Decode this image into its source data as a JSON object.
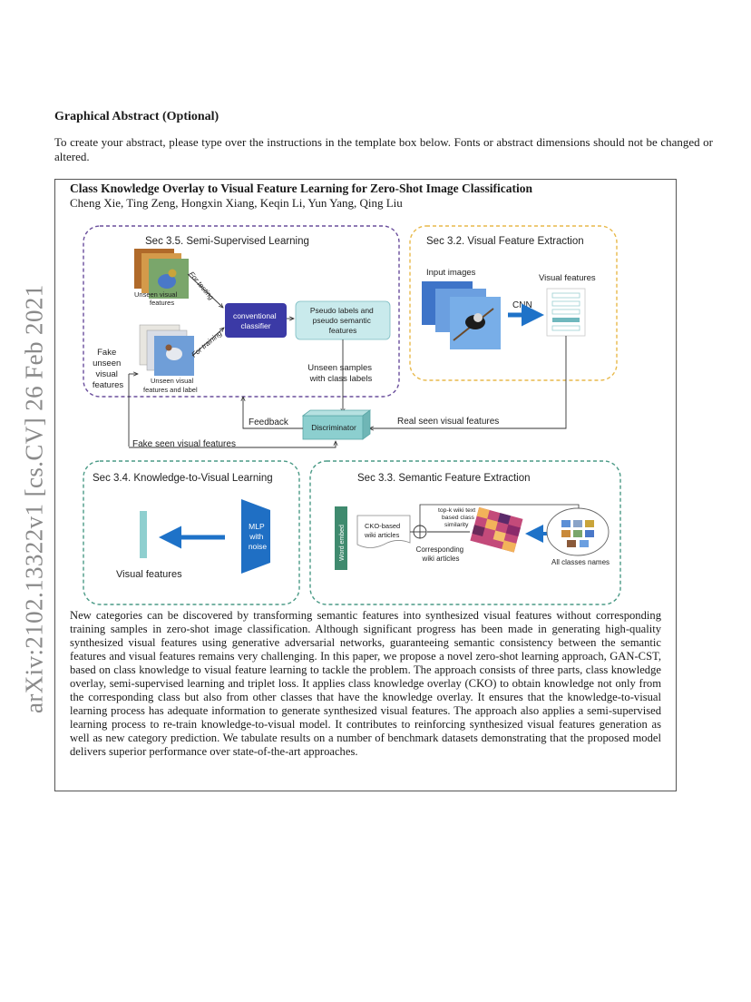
{
  "side": {
    "arxiv_id": "arXiv:2102.13322v1  [cs.CV]  26 Feb 2021"
  },
  "header": {
    "heading": "Graphical Abstract (Optional)",
    "instructions": "To create your abstract, please type over the instructions in the template box below.  Fonts or abstract dimensions should not be changed or altered."
  },
  "paper": {
    "title": "Class Knowledge Overlay to Visual Feature Learning for Zero-Shot Image Classification",
    "authors": "Cheng Xie, Ting Zeng, Hongxin Xiang, Keqin Li, Yun Yang, Qing Liu"
  },
  "diagram": {
    "sec35": {
      "title": "Sec 3.5. Semi-Supervised Learning",
      "unseen_visual_features": [
        "Unseen visual",
        "features"
      ],
      "for_testing": "For testing",
      "for_training": "For training",
      "unseen_visual_features_label": [
        "Unseen visual",
        "features and label"
      ],
      "classifier": [
        "conventional",
        "classifier"
      ],
      "pseudo": [
        "Pseudo labels and",
        "pseudo semantic",
        "features"
      ],
      "unseen_samples": [
        "Unseen samples",
        "with class labels"
      ],
      "fake_unseen": [
        "Fake",
        "unseen",
        "visual",
        "features"
      ]
    },
    "sec32": {
      "title": "Sec 3.2. Visual Feature Extraction",
      "input_images": "Input images",
      "visual_features": "Visual features",
      "cnn": "CNN"
    },
    "middle": {
      "feedback": "Feedback",
      "discriminator": "Discriminator",
      "real_seen": "Real seen visual features",
      "fake_seen": "Fake seen visual features"
    },
    "sec34": {
      "title": "Sec 3.4. Knowledge-to-Visual Learning",
      "mlp": [
        "MLP",
        "with",
        "noise"
      ],
      "visual_features": "Visual features"
    },
    "sec33": {
      "title": "Sec 3.3. Semantic Feature Extraction",
      "word_embed": "Word embed",
      "cko": [
        "CKO-based",
        "wiki articles"
      ],
      "topk": [
        "top-k wiki text",
        "based class",
        "similarity"
      ],
      "corresponding": [
        "Corresponding",
        "wiki articles"
      ],
      "all_classes": "All classes names"
    },
    "colors": {
      "purple_border": "#6a4e9c",
      "yellow_border": "#e8b94a",
      "green_border": "#4a9a86",
      "classifier_fill": "#3b3aa6",
      "pseudo_fill": "#c9eaec",
      "discriminator_fill": "#8ccfcf",
      "mlp_fill": "#1f6fc4",
      "arrow_blue": "#1e72c8",
      "image_bg": "#5b8fd6"
    }
  },
  "abstract": "New categories can be discovered by transforming semantic features into synthesized visual features without corresponding training samples in zero-shot image classification. Although significant progress has been made in generating high-quality synthesized visual features using generative adversarial networks, guaranteeing semantic consistency between the semantic features and visual features remains very challenging. In this paper, we propose a novel zero-shot learning approach, GAN-CST, based on class knowledge to visual feature learning to tackle the problem. The approach consists of three parts, class knowledge overlay, semi-supervised learning and triplet loss. It applies class knowledge overlay (CKO) to obtain knowledge not only from the corresponding class but also from other classes that have the knowledge overlay. It ensures that the knowledge-to-visual learning process has adequate information to generate synthesized visual features. The approach also applies a semi-supervised learning process to re-train knowledge-to-visual model. It contributes to reinforcing synthesized visual features generation as well as new category prediction. We tabulate results on a number of benchmark datasets demonstrating that the proposed model delivers superior performance over state-of-the-art approaches."
}
